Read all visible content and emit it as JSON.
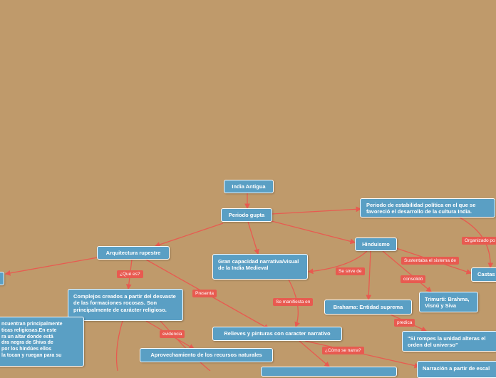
{
  "colors": {
    "background": "#bf9a6b",
    "node": "#5a9fc4",
    "connector": "#e85a50"
  },
  "nodes": {
    "india_antigua": "India Antigua",
    "periodo_gupta": "Periodo gupta",
    "periodo_estabilidad": "Periodo de estabilidad política en el que se favoreció el desarrollo de la cultura India.",
    "hinduismo": "Hinduismo",
    "castas": "Castas",
    "arquitectura_rupestre": "Arquitectura rupestre",
    "gran_capacidad": "Gran capacidad narrativa/visual de la India Medieval",
    "complejos": "Complejos creados a partir del desvaste de las formaciones rocosas. Son principalmente de carácter religioso.",
    "trimurti": "Trimurti: Brahma, Visnú y Siva",
    "brahama": "Brahama: Entidad suprema",
    "si_rompes": "\"Si rompes la unidad alteras el orden del universo\"",
    "relieves": "Relieves y pinturas con caracter narrativo",
    "aprovechamiento": "Aprovechamiento de los recursos naturales",
    "narracion": "Narración a partir de escal",
    "left_fragment": "ncuentran principalmente\nticas religiosas.En este\nra un altar donde está\ndra negra de Shiva de\npor los hindúes ellos\nla tocan y ruegan para su"
  },
  "connectors": {
    "que_es": "¿Qué es?",
    "presenta": "Presenta",
    "se_sirve_de": "Se sirve de",
    "sustentaba": "Sustentaba el sistema de",
    "consolido": "consolidó",
    "organizado": "Organizado po",
    "se_manifiesta": "Se manifiesta en",
    "evidencia": "evidencia",
    "predica": "predica",
    "como_se_narra": "¿Cómo se narra?"
  }
}
